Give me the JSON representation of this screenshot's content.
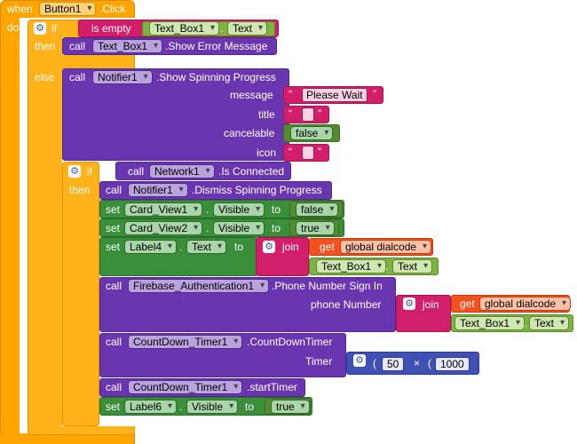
{
  "event": {
    "when": "when",
    "component": "Button1",
    "event_name": ".Click",
    "do": "do"
  },
  "if1": {
    "if": "if",
    "then": "then",
    "else": "else",
    "is_empty": "is empty",
    "textbox": "Text_Box1",
    "text_prop": "Text",
    "then_call": "call",
    "then_component": "Text_Box1",
    "then_method": ".Show Error Message"
  },
  "spinner": {
    "call": "call",
    "component": "Notifier1",
    "method": ".Show Spinning Progress",
    "message_label": "message",
    "message_value": "Please Wait",
    "title_label": "title",
    "cancelable_label": "cancelable",
    "cancelable_value": "false",
    "icon_label": "icon",
    "open_quote": "“",
    "close_quote": "”"
  },
  "if2": {
    "if": "if",
    "then": "then",
    "call": "call",
    "component": "Network1",
    "method": ".Is Connected"
  },
  "dismiss": {
    "call": "call",
    "component": "Notifier1",
    "method": ".Dismiss Spinning Progress"
  },
  "set1": {
    "set": "set",
    "component": "Card_View1",
    "prop": "Visible",
    "to": "to",
    "value": "false"
  },
  "set2": {
    "set": "set",
    "component": "Card_View2",
    "prop": "Visible",
    "to": "to",
    "value": "true"
  },
  "set3": {
    "set": "set",
    "component": "Label4",
    "prop": "Text",
    "to": "to",
    "join": "join",
    "get": "get",
    "var": "global dialcode",
    "textbox": "Text_Box1",
    "textbox_prop": "Text"
  },
  "signin": {
    "call": "call",
    "component": "Firebase_Authentication1",
    "method": ".Phone Number Sign In",
    "arg_label": "phone Number",
    "join": "join",
    "get": "get",
    "var": "global dialcode",
    "textbox": "Text_Box1",
    "textbox_prop": "Text"
  },
  "countdown": {
    "call": "call",
    "component": "CountDown_Timer1",
    "method": ".CountDownTimer",
    "arg_label": "Timer",
    "a": "50",
    "op": "×",
    "b": "1000"
  },
  "start": {
    "call": "call",
    "component": "CountDown_Timer1",
    "method": ".startTimer"
  },
  "set4": {
    "set": "set",
    "component": "Label6",
    "prop": "Visible",
    "to": "to",
    "value": "true"
  }
}
